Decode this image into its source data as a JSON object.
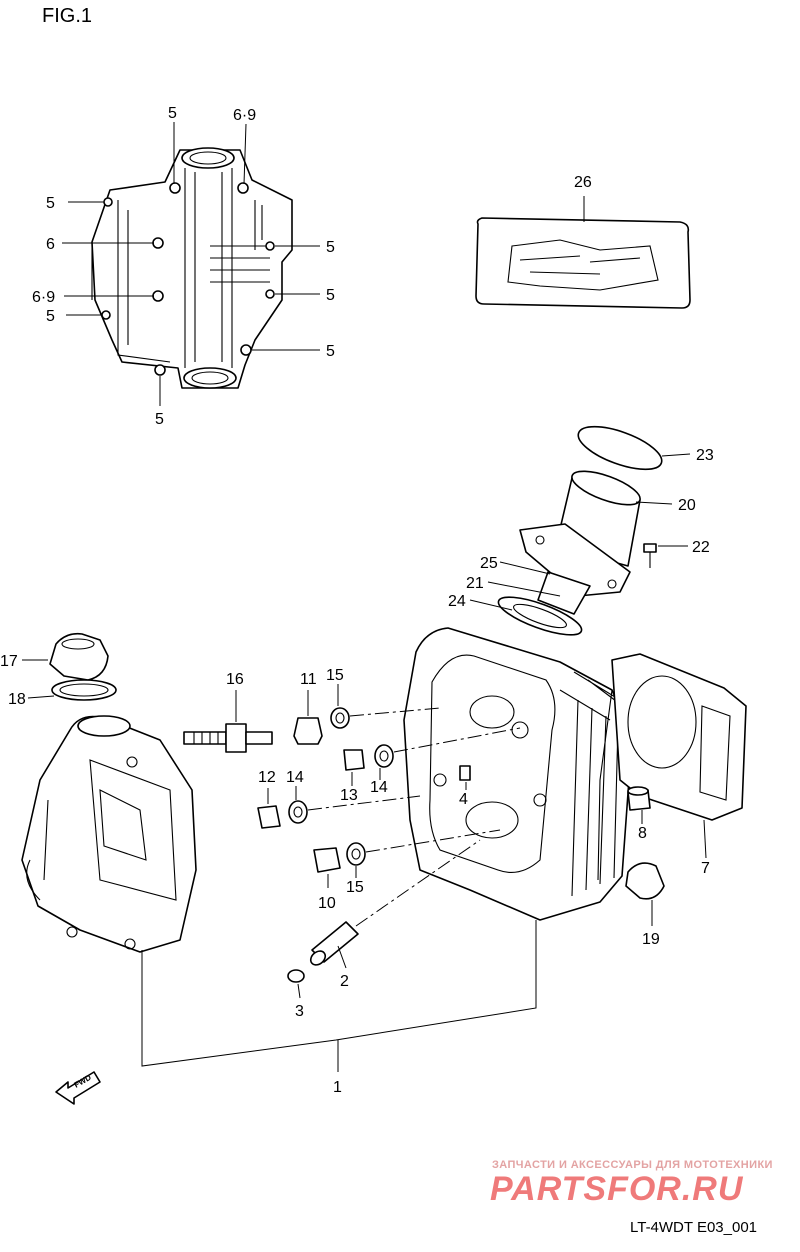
{
  "figure_title": "FIG.1",
  "drawing_code": "LT-4WDT E03_001",
  "forward_arrow_text": "FWD",
  "watermark": {
    "tagline": "ЗАПЧАСТИ И АКСЕССУАРЫ ДЛЯ МОТОТЕХНИКИ",
    "brand": "PARTSFOR.RU",
    "brand_color": "#ef7a7a"
  },
  "bolt_pattern_labels": {
    "top_left": "5",
    "top_right": "6·9",
    "left_1": "5",
    "left_2": "6",
    "left_3": "6·9",
    "left_4": "5",
    "right_1": "5",
    "right_2": "5",
    "right_3": "5",
    "bottom": "5"
  },
  "callouts": {
    "c1": "1",
    "c2": "2",
    "c3": "3",
    "c4": "4",
    "c7": "7",
    "c8": "8",
    "c10": "10",
    "c11": "11",
    "c12": "12",
    "c13": "13",
    "c14a": "14",
    "c14b": "14",
    "c15a": "15",
    "c15b": "15",
    "c16": "16",
    "c17": "17",
    "c18": "18",
    "c19": "19",
    "c20": "20",
    "c21": "21",
    "c22": "22",
    "c23": "23",
    "c24": "24",
    "c25": "25",
    "c26": "26"
  }
}
